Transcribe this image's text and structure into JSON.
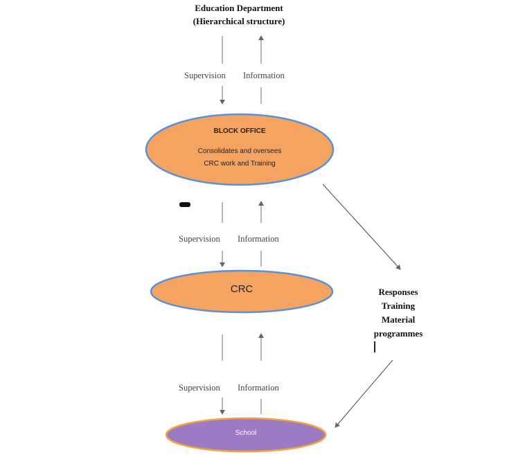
{
  "header": {
    "line1": "Education Department",
    "line2": "(Hierarchical structure)"
  },
  "flows": [
    {
      "supervision": "Supervision",
      "information": "Information"
    },
    {
      "supervision": "Supervision",
      "information": "Information"
    },
    {
      "supervision": "Supervision",
      "information": "Information"
    }
  ],
  "nodes": {
    "block_office": {
      "title": "BLOCK OFFICE",
      "line1": "Consolidates and oversees",
      "line2": "CRC work and Training"
    },
    "crc": {
      "title": "CRC"
    },
    "school": {
      "title": "School"
    }
  },
  "side": {
    "lines": [
      "Responses",
      "Training",
      "Material",
      "programmes"
    ]
  },
  "colors": {
    "orange_fill": "#F4A460",
    "blue_stroke": "#5B8FD6",
    "school_fill": "#9B7BC4",
    "school_stroke": "#F5A23A",
    "arrow": "#666666"
  }
}
